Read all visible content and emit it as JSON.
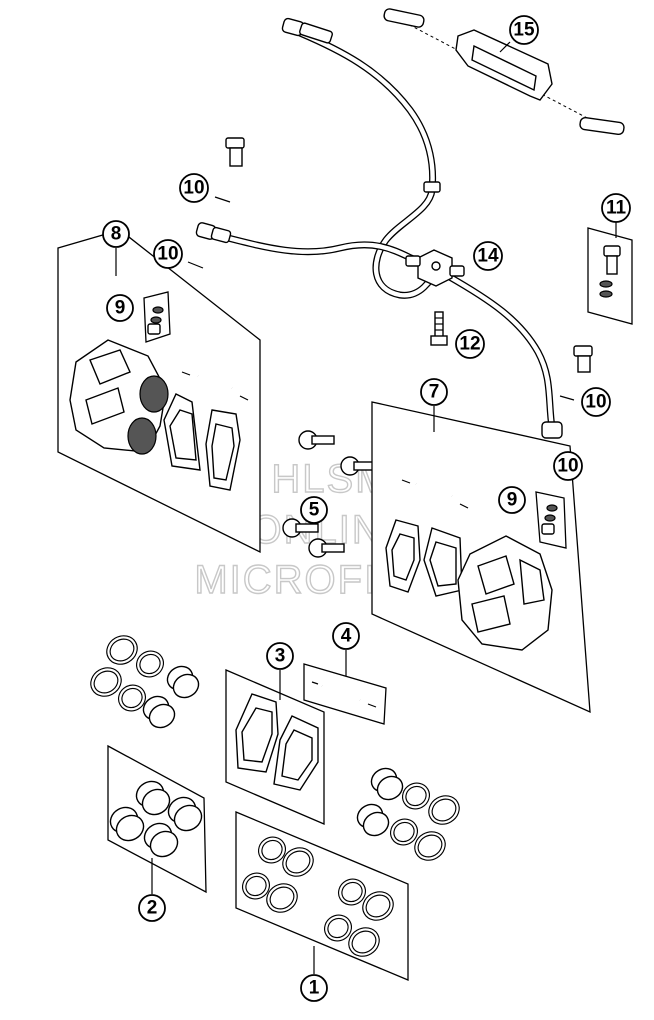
{
  "callouts": {
    "c1": "1",
    "c2": "2",
    "c3": "3",
    "c4": "4",
    "c5": "5",
    "c7": "7",
    "c8": "8",
    "c9a": "9",
    "c9b": "9",
    "c10a": "10",
    "c10b": "10",
    "c10c": "10",
    "c10d": "10",
    "c11": "11",
    "c12": "12",
    "c14": "14",
    "c15": "15"
  },
  "watermark": {
    "line1": "HLSM",
    "line2": "ONLINE",
    "line3": "MICROFICHE"
  }
}
